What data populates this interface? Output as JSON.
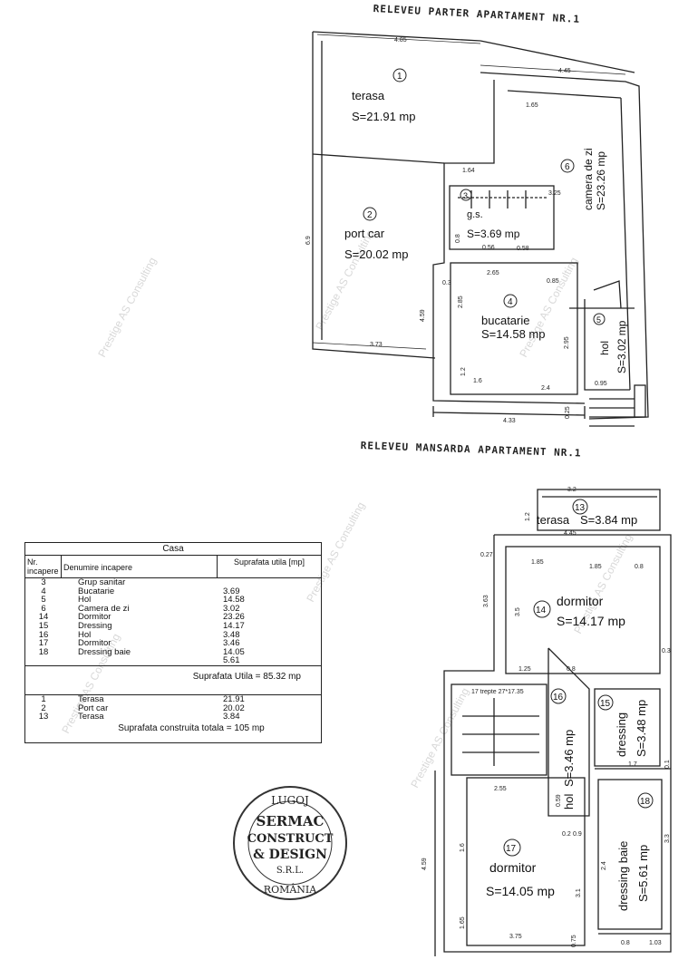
{
  "titles": {
    "ground": "RELEVEU PARTER APARTAMENT NR.1",
    "attic": "RELEVEU MANSARDA APARTAMENT NR.1"
  },
  "ground_rooms": [
    {
      "num": "1",
      "name": "terasa",
      "area": "S=21.91 mp"
    },
    {
      "num": "2",
      "name": "port car",
      "area": "S=20.02 mp"
    },
    {
      "num": "3",
      "name": "g.s.",
      "area": "S=3.69 mp"
    },
    {
      "num": "4",
      "name": "bucatarie",
      "area": "S=14.58 mp"
    },
    {
      "num": "5",
      "name": "hol",
      "area": "S=3.02 mp"
    },
    {
      "num": "6",
      "name": "camera de zi",
      "area": "S=23.26 mp"
    }
  ],
  "attic_rooms": [
    {
      "num": "13",
      "name": "terasa",
      "area": "S=3.84 mp"
    },
    {
      "num": "14",
      "name": "dormitor",
      "area": "S=14.17 mp"
    },
    {
      "num": "15",
      "name": "dressing",
      "area": "S=3.48 mp"
    },
    {
      "num": "16",
      "name": "hol",
      "area": "S=3.46 mp"
    },
    {
      "num": "17",
      "name": "dormitor",
      "area": "S=14.05 mp"
    },
    {
      "num": "18",
      "name": "dressing baie",
      "area": "S=5.61 mp"
    }
  ],
  "dims_ground": [
    "4.85",
    "4.45",
    "1.65",
    "1.64",
    "3.25",
    "2.65",
    "0.85",
    "2.85",
    "4.59",
    "3.73",
    "1.6",
    "2.4",
    "4.33",
    "0.95",
    "2.95",
    "0.25",
    "1.2",
    "0.8",
    "0.3",
    "6.9",
    "0.56",
    "0.58"
  ],
  "dims_attic": [
    "3.2",
    "4.45",
    "1.85",
    "1.85",
    "0.8",
    "3.5",
    "3.63",
    "1.25",
    "0.8",
    "2.55",
    "1.6",
    "4.59",
    "1.65",
    "3.75",
    "0.8",
    "1.03",
    "0.2",
    "0.9",
    "2.4",
    "3.3",
    "3.1",
    "0.75",
    "0.3",
    "0.1",
    "1.7",
    "0.59",
    "0.27",
    "1.2",
    "17 trepte 27*17.35"
  ],
  "watermark": "Prestige AS Consulting",
  "schedule": {
    "caption": "Casa",
    "col_nr": "Nr. incapere",
    "col_name": "Denumire incapere",
    "col_area": "Suprafata utila [mp]",
    "rows": [
      {
        "nr": "3",
        "name": "Grup sanitar",
        "area": ""
      },
      {
        "nr": "4",
        "name": "Bucatarie",
        "area": "3.69"
      },
      {
        "nr": "5",
        "name": "Hol",
        "area": "14.58"
      },
      {
        "nr": "6",
        "name": "Camera de zi",
        "area": "3.02"
      },
      {
        "nr": "14",
        "name": "Dormitor",
        "area": "23.26"
      },
      {
        "nr": "15",
        "name": "Dressing",
        "area": "14.17"
      },
      {
        "nr": "16",
        "name": "Hol",
        "area": "3.48"
      },
      {
        "nr": "17",
        "name": "Dormitor",
        "area": "3.46"
      },
      {
        "nr": "18",
        "name": "Dressing baie",
        "area": "14.05"
      },
      {
        "nr": "",
        "name": "",
        "area": "5.61"
      }
    ],
    "useful_total": "Suprafata Utila = 85.32 mp",
    "rows2": [
      {
        "nr": "1",
        "name": "Terasa",
        "area": "21.91"
      },
      {
        "nr": "2",
        "name": "Port car",
        "area": "20.02"
      },
      {
        "nr": "13",
        "name": "Terasa",
        "area": "3.84"
      }
    ],
    "built_total": "Suprafata construita totala = 105 mp"
  },
  "stamp": {
    "top": "LUGOJ",
    "line1": "SERMAC",
    "line2": "CONSTRUCT",
    "line3": "& DESIGN",
    "line4": "S.R.L.",
    "bottom": "ROMÂNIA"
  }
}
